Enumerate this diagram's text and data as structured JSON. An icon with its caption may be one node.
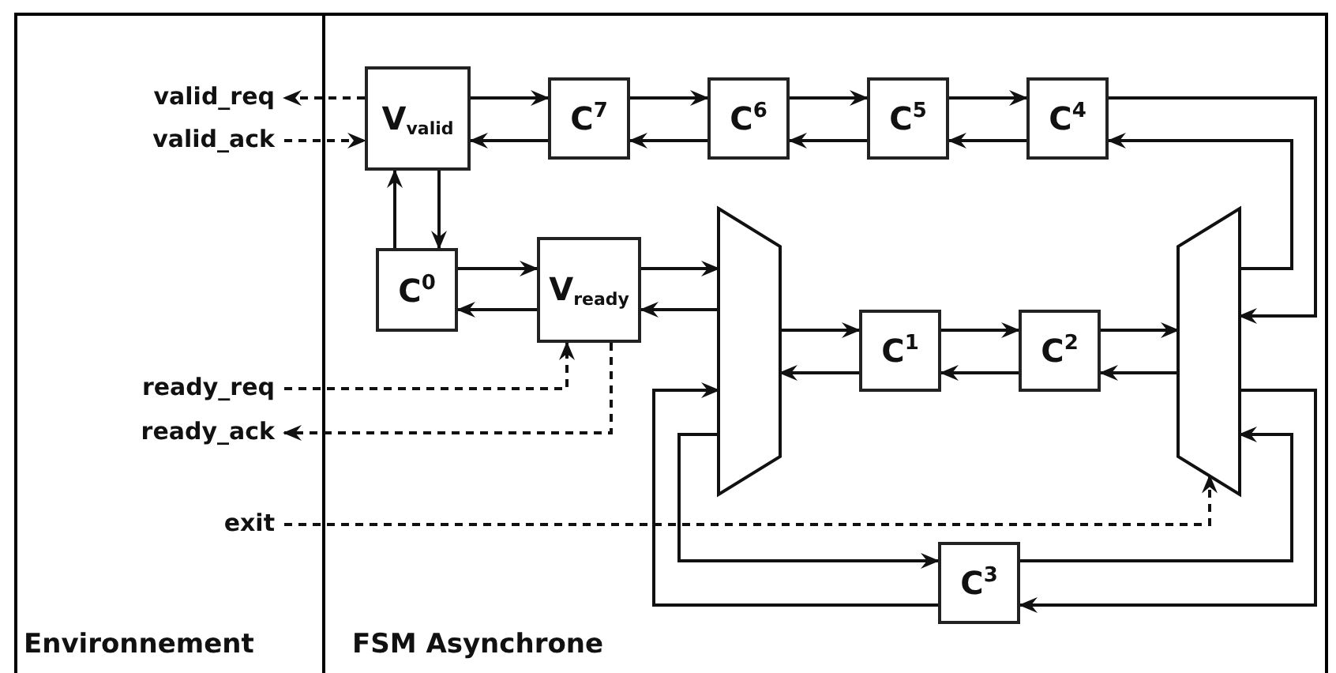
{
  "diagram": {
    "nodes": [
      {
        "text": [
          "V$_{valid}$"
        ]
      },
      {
        "text": [
          "C$^{7}$"
        ]
      },
      {
        "text": [
          "C$^{6}$"
        ]
      },
      {
        "text": [
          "C$^{5}$"
        ]
      },
      {
        "text": [
          "C$^{4}$"
        ]
      },
      {
        "text": [
          "C$^{0}$"
        ]
      },
      {
        "text": [
          "V$_{ready}$"
        ]
      },
      {
        "text": [],
        "shape": "trapezoid"
      },
      {
        "text": [
          "C$^{1}$"
        ]
      },
      {
        "text": [
          "C$^{2}$"
        ]
      },
      {
        "text": [],
        "shape": "trapezoid"
      },
      {
        "text": [
          "C$^{3}$"
        ]
      },
      {
        "text": [
          "valid_req"
        ]
      },
      {
        "text": [
          "valid_ack"
        ]
      },
      {
        "text": [
          "ready_req"
        ]
      },
      {
        "text": [
          "ready_ack"
        ]
      },
      {
        "text": [
          "exit"
        ]
      }
    ],
    "edges": [
      {
        "from": 0,
        "to": 12,
        "arrow": "to",
        "style": "dashed"
      },
      {
        "from": 13,
        "to": 0,
        "arrow": "to",
        "style": "dashed"
      },
      {
        "from": 0,
        "to": 1,
        "arrow": "to"
      },
      {
        "from": 1,
        "to": 0,
        "arrow": "to"
      },
      {
        "from": 1,
        "to": 2,
        "arrow": "to"
      },
      {
        "from": 2,
        "to": 1,
        "arrow": "to"
      },
      {
        "from": 2,
        "to": 3,
        "arrow": "to"
      },
      {
        "from": 3,
        "to": 2,
        "arrow": "to"
      },
      {
        "from": 3,
        "to": 4,
        "arrow": "to"
      },
      {
        "from": 4,
        "to": 3,
        "arrow": "to"
      },
      {
        "from": 4,
        "to": 10,
        "arrow": "to"
      },
      {
        "from": 10,
        "to": 4,
        "arrow": "to"
      },
      {
        "from": 0,
        "to": 5,
        "arrow": "to"
      },
      {
        "from": 5,
        "to": 0,
        "arrow": "to"
      },
      {
        "from": 5,
        "to": 6,
        "arrow": "to"
      },
      {
        "from": 6,
        "to": 5,
        "arrow": "to"
      },
      {
        "from": 6,
        "to": 7,
        "arrow": "to"
      },
      {
        "from": 7,
        "to": 6,
        "arrow": "to"
      },
      {
        "from": 7,
        "to": 8,
        "arrow": "to"
      },
      {
        "from": 8,
        "to": 7,
        "arrow": "to"
      },
      {
        "from": 8,
        "to": 9,
        "arrow": "to"
      },
      {
        "from": 9,
        "to": 8,
        "arrow": "to"
      },
      {
        "from": 9,
        "to": 10,
        "arrow": "to"
      },
      {
        "from": 10,
        "to": 9,
        "arrow": "to"
      },
      {
        "from": 10,
        "to": 11,
        "arrow": "to"
      },
      {
        "from": 11,
        "to": 7,
        "arrow": "to"
      },
      {
        "from": 7,
        "to": 11,
        "arrow": "to"
      },
      {
        "from": 11,
        "to": 10,
        "arrow": "to"
      },
      {
        "from": 14,
        "to": 6,
        "arrow": "to",
        "style": "dashed"
      },
      {
        "from": 6,
        "to": 15,
        "arrow": "to",
        "style": "dashed"
      },
      {
        "from": 16,
        "to": 10,
        "arrow": "to",
        "style": "dashed"
      }
    ],
    "labels": [
      "Environnement",
      "FSM Asynchrone"
    ]
  }
}
